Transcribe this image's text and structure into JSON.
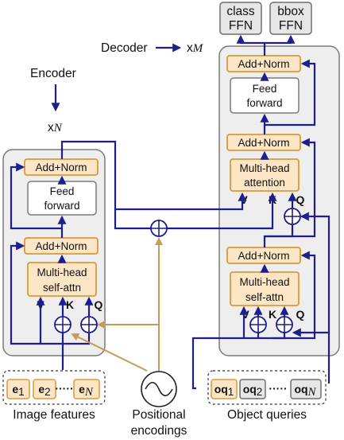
{
  "top_outputs": {
    "class": "class",
    "class_line2": "FFN",
    "bbox": "bbox",
    "bbox_line2": "FFN"
  },
  "headers": {
    "decoder": "Decoder",
    "decoder_repeat_prefix": "x",
    "decoder_repeat_var": "M",
    "encoder": "Encoder",
    "encoder_repeat_prefix": "x",
    "encoder_repeat_var": "N"
  },
  "encoder": {
    "add_norm_top": "Add+Norm",
    "feed_forward_l1": "Feed",
    "feed_forward_l2": "forward",
    "add_norm_bottom": "Add+Norm",
    "attn_l1": "Multi-head",
    "attn_l2": "self-attn",
    "inputs": [
      "V",
      "K",
      "Q"
    ]
  },
  "decoder": {
    "add_norm_top": "Add+Norm",
    "feed_forward_l1": "Feed",
    "feed_forward_l2": "forward",
    "add_norm_mid": "Add+Norm",
    "cross_attn_l1": "Multi-head",
    "cross_attn_l2": "attention",
    "cross_inputs": [
      "V",
      "K",
      "Q"
    ],
    "add_norm_bottom": "Add+Norm",
    "self_attn_l1": "Multi-head",
    "self_attn_l2": "self-attn",
    "self_inputs": [
      "V",
      "K",
      "Q"
    ]
  },
  "inputs": {
    "image_tokens": [
      {
        "base": "e",
        "sub": "1"
      },
      {
        "base": "e",
        "sub": "2"
      },
      {
        "base": "e",
        "sub": "N"
      }
    ],
    "image_features_label": "Image features",
    "pos_enc_l1": "Positional",
    "pos_enc_l2": "encodings",
    "query_tokens": [
      {
        "base": "oq",
        "sub": "1"
      },
      {
        "base": "oq",
        "sub": "2"
      },
      {
        "base": "oq",
        "sub": "N"
      }
    ],
    "object_queries_label": "Object queries",
    "ellipsis": "·····"
  }
}
